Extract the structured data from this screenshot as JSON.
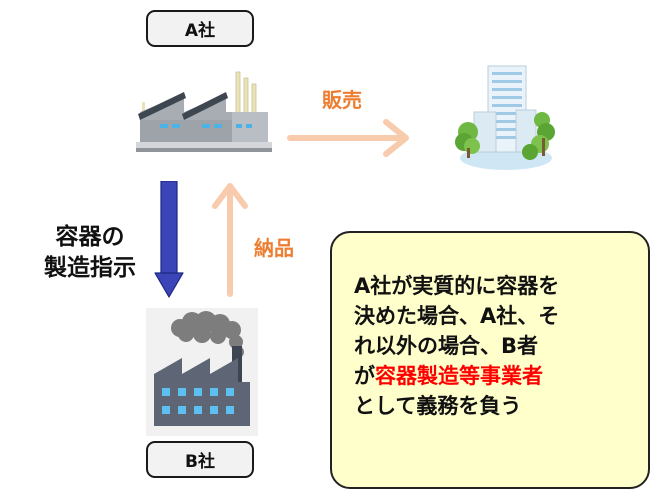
{
  "companies": {
    "a": {
      "label": "A社"
    },
    "b": {
      "label": "B社"
    }
  },
  "arrows": {
    "sales": {
      "label": "販売",
      "color": "#ed7d31",
      "arrow_color": "#f8cbad"
    },
    "delivery": {
      "label": "納品",
      "color": "#ed7d31",
      "arrow_color": "#f8cbad"
    },
    "instruction": {
      "line1": "容器の",
      "line2": "製造指示",
      "arrow_color": "#2f3aa8"
    }
  },
  "note": {
    "line1": "A社が実質的に容器を",
    "line2": "決めた場合、A社、そ",
    "line3": "れ以外の場合、B者",
    "line4_prefix": "が",
    "line4_highlight": "容器製造等事業者",
    "line5": "として義務を負う",
    "highlight_color": "#ff0000",
    "background": "#ffffcc"
  },
  "icons": {
    "factory_a": "factory-icon",
    "factory_b": "smoking-factory-icon",
    "building": "office-building-icon"
  }
}
